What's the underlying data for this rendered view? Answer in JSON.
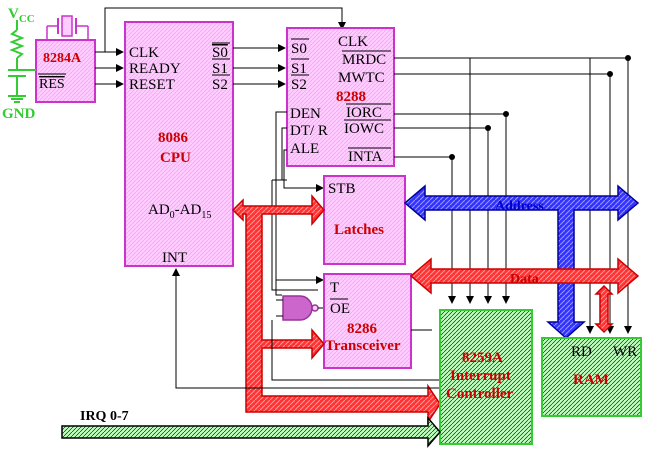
{
  "colors": {
    "chip_fill": "#FFCCFF",
    "chip_stroke": "#CC33CC",
    "green_fill": "#CCFFCC",
    "green_stroke": "#33CC33",
    "red": "#CC0000",
    "red_fill": "#FF3333",
    "blue_fill": "#3333FF",
    "blue_stroke": "#000099",
    "wire": "#000000",
    "bus_text_blue": "#0000CC"
  },
  "power": {
    "vcc": "V",
    "vcc_sub": "CC",
    "gnd": "GND"
  },
  "clock_gen": {
    "name": "8284A",
    "res_pin": "RES"
  },
  "cpu": {
    "name": "8086",
    "subtitle": "CPU",
    "pin_clk": "CLK",
    "pin_ready": "READY",
    "pin_reset": "RESET",
    "pin_s0": "S0",
    "pin_s1": "S1",
    "pin_s2": "S2",
    "pin_ad": "AD",
    "pin_ad_sub0": "0",
    "pin_ad_dash": "-AD",
    "pin_ad_sub15": "15",
    "pin_int": "INT"
  },
  "bus_controller": {
    "name": "8288",
    "pin_s0": "S0",
    "pin_s1": "S1",
    "pin_s2": "S2",
    "pin_clk": "CLK",
    "pin_mrdc": "MRDC",
    "pin_mwtc": "MWTC",
    "pin_den": "DEN",
    "pin_iorc": "IORC",
    "pin_dtr": "DT/ R",
    "pin_iowc": "IOWC",
    "pin_ale": "ALE",
    "pin_inta": "INTA"
  },
  "latches": {
    "pin_stb": "STB",
    "name": "Latches"
  },
  "transceiver": {
    "pin_t": "T",
    "pin_oe": "OE",
    "name": "8286",
    "subtitle": "Transceiver"
  },
  "pic": {
    "name": "8259A",
    "line2": "Interrupt",
    "line3": "Controller"
  },
  "ram": {
    "pin_rd": "RD",
    "pin_wr": "WR",
    "name": "RAM"
  },
  "buses": {
    "address": "Address",
    "data": "Data",
    "irq": "IRQ 0-7"
  }
}
